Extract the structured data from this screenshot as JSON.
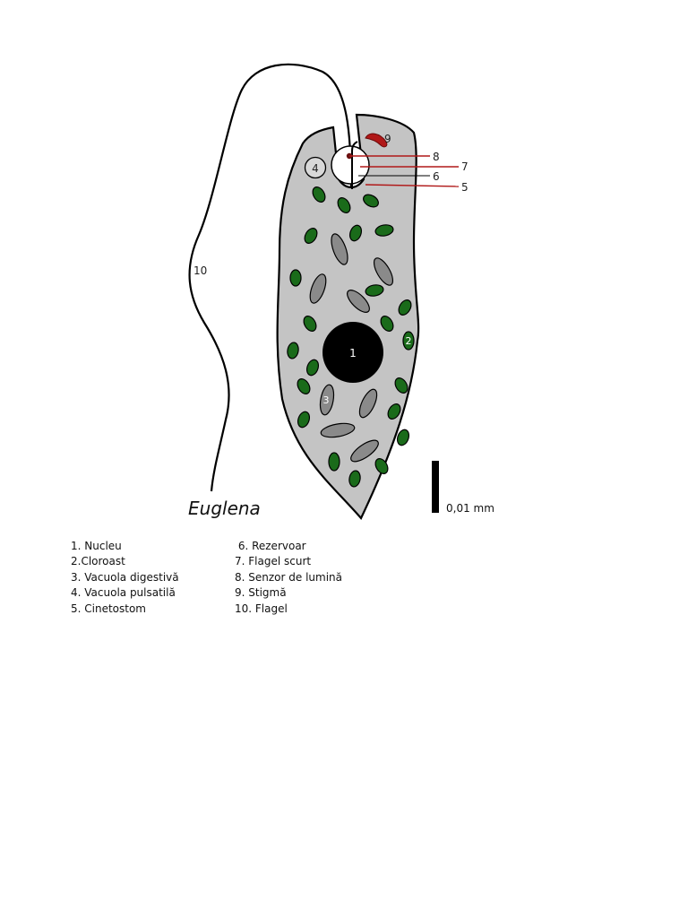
{
  "diagram": {
    "title": "Euglena",
    "scale_label": "0,01 mm",
    "labels": {
      "nucleus": "1",
      "chloroplast": "2",
      "digestive_vacuole": "3",
      "contractile_vacuole": "4",
      "cytostome": "5",
      "reservoir": "6",
      "short_flagellum": "7",
      "photoreceptor": "8",
      "stigma": "9",
      "flagellum": "10"
    },
    "colors": {
      "cell_fill": "#c4c4c4",
      "chloroplast": "#1a6b1a",
      "paramylon": "#8a8a8a",
      "nucleus": "#000000",
      "stigma": "#b01818",
      "pointer_line": "#b01818"
    }
  },
  "legend": {
    "left": [
      "1. Nucleu",
      "2.Cloroast",
      "3. Vacuola digestivă",
      "4. Vacuola pulsatilă",
      "5. Cinetostom"
    ],
    "right": [
      " 6. Rezervoar",
      "7. Flagel scurt",
      "8. Senzor de lumină",
      "9. Stigmă",
      "10. Flagel"
    ]
  }
}
